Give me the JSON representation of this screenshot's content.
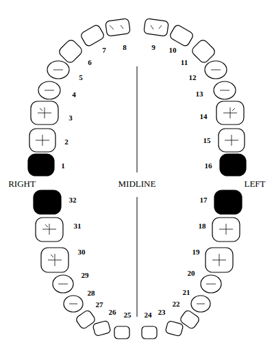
{
  "diagram": {
    "labels": [
      "1",
      "2",
      "3",
      "4",
      "5",
      "6",
      "7",
      "8",
      "9",
      "10",
      "11",
      "12",
      "13",
      "14",
      "15",
      "16",
      "RIGHT",
      "MIDLINE",
      "LEFT",
      "17",
      "18",
      "19",
      "20",
      "21",
      "22",
      "23",
      "24",
      "25",
      "26",
      "27",
      "28",
      "29",
      "30",
      "31",
      "32"
    ]
  }
}
